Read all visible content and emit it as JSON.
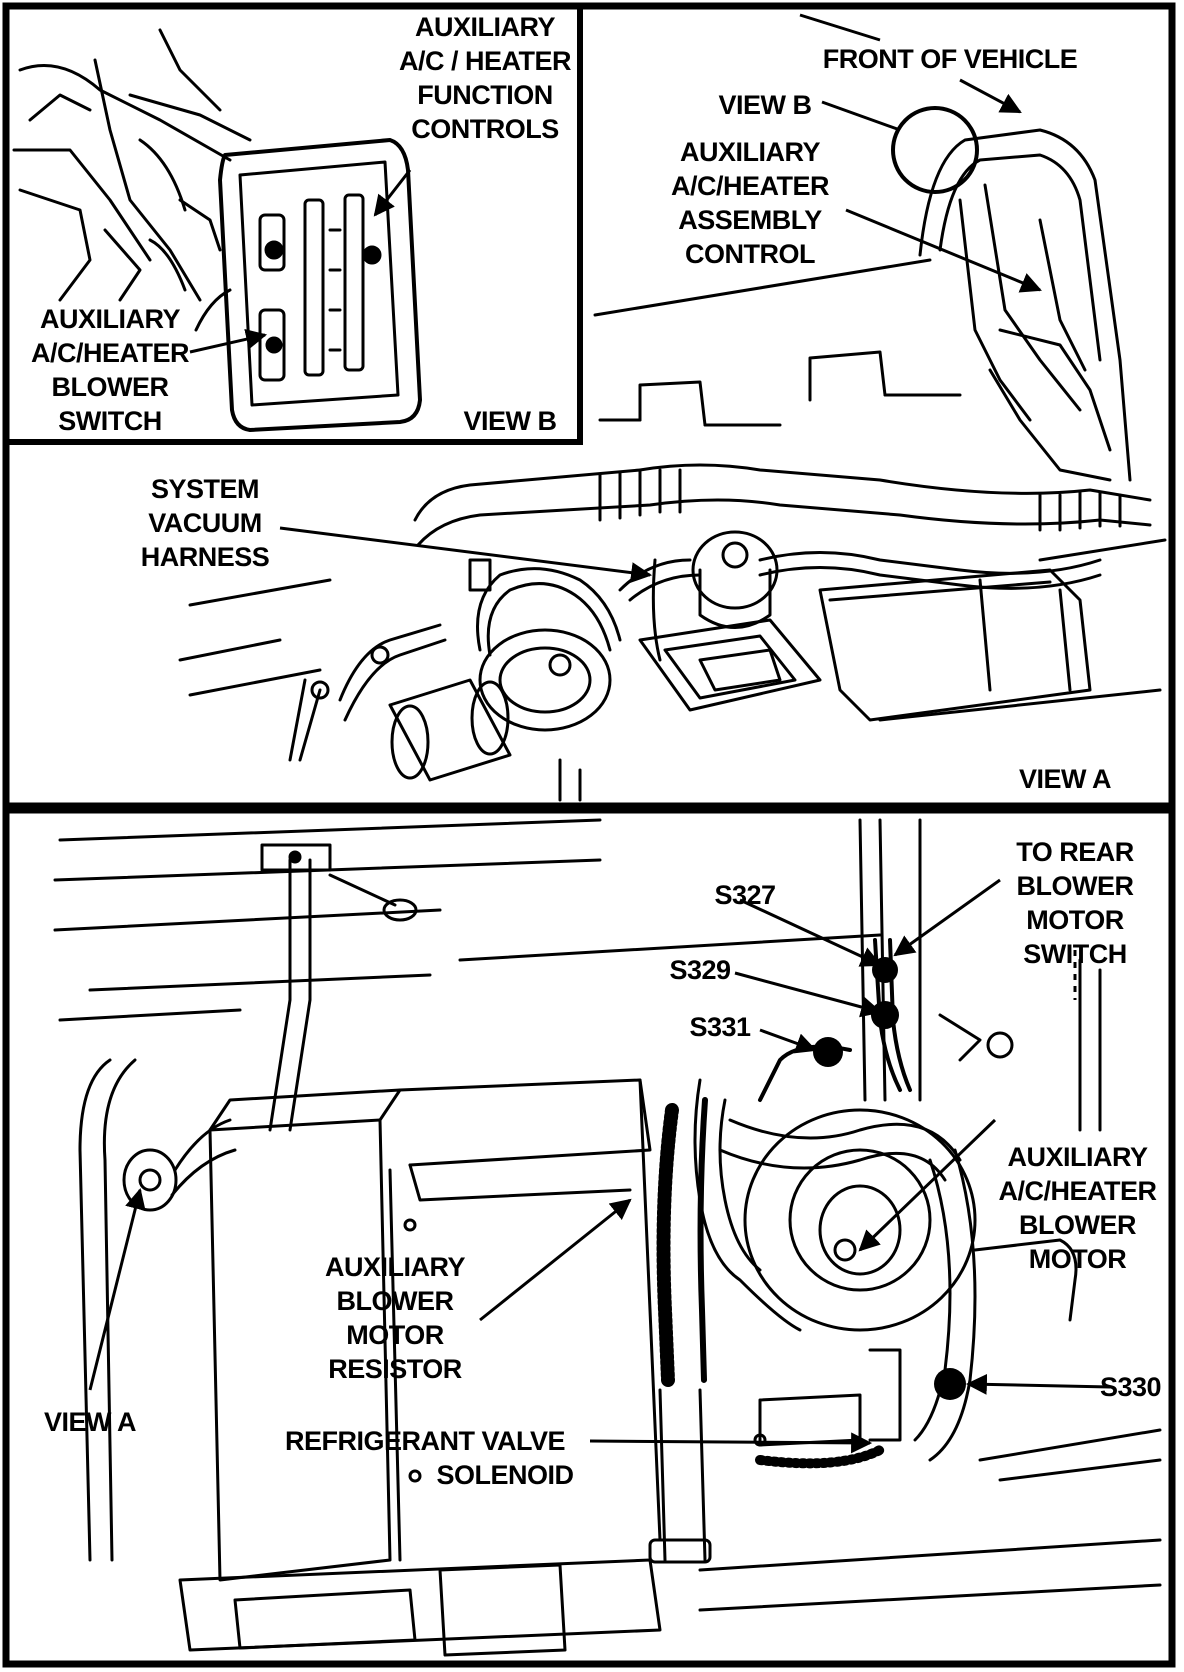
{
  "colors": {
    "ink": "#000000",
    "paper": "#ffffff"
  },
  "view_b_inset": {
    "function_controls": "AUXILIARY\nA/C / HEATER\nFUNCTION\nCONTROLS",
    "blower_switch": "AUXILIARY\nA/C/HEATER\nBLOWER\nSWITCH",
    "view_label": "VIEW B"
  },
  "view_a_panel": {
    "front_of_vehicle": "FRONT OF VEHICLE",
    "view_b_callout": "VIEW B",
    "assembly_control": "AUXILIARY\nA/C/HEATER\nASSEMBLY\nCONTROL",
    "vacuum_harness": "SYSTEM\nVACUUM\nHARNESS",
    "view_label": "VIEW A"
  },
  "bottom_panel": {
    "s327": "S327",
    "s329": "S329",
    "s331": "S331",
    "s330": "S330",
    "rear_blower_switch": "TO REAR\nBLOWER\nMOTOR\nSWITCH",
    "blower_motor": "AUXILIARY\nA/C/HEATER\nBLOWER\nMOTOR",
    "blower_resistor": "AUXILIARY\nBLOWER\nMOTOR\nRESISTOR",
    "view_a_callout": "VIEW A",
    "refrigerant_valve": "REFRIGERANT VALVE",
    "solenoid": "SOLENOID"
  }
}
